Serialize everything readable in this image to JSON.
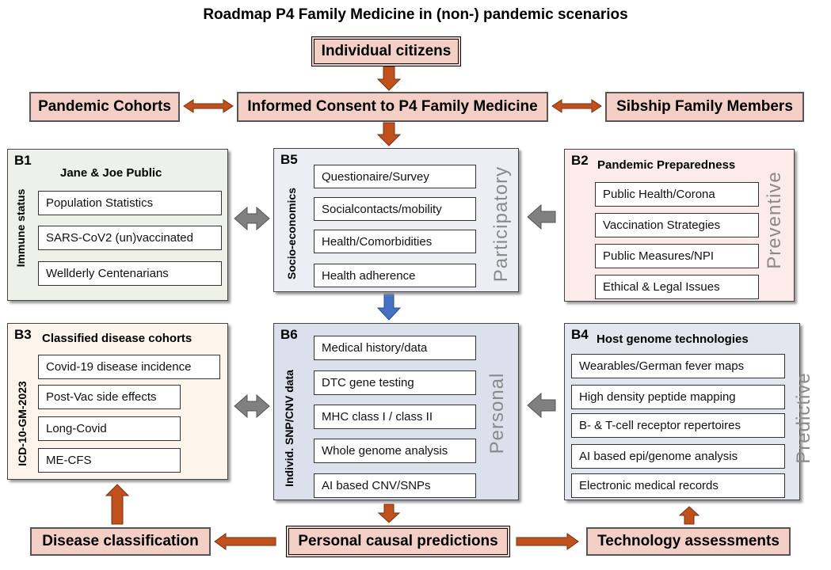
{
  "title": "Roadmap P4 Family Medicine in (non-) pandemic scenarios",
  "top": {
    "individual": "Individual citizens",
    "consent": "Informed Consent to P4 Family Medicine",
    "pandemic_cohorts": "Pandemic Cohorts",
    "sibship": "Sibship Family Members"
  },
  "b1": {
    "label": "B1",
    "heading": "Jane & Joe Public",
    "side": "Immune status",
    "items": [
      "Population  Statistics",
      "SARS-CoV2  (un)vaccinated",
      "Wellderly  Centenarians"
    ]
  },
  "b5": {
    "label": "B5",
    "side": "Socio-economics",
    "big": "Participatory",
    "items": [
      "Questionaire/Survey",
      "Socialcontacts/mobility",
      "Health/Comorbidities",
      "Health  adherence"
    ]
  },
  "b2": {
    "label": "B2",
    "heading": "Pandemic  Preparedness",
    "big": "Preventive",
    "items": [
      "Public Health/Corona",
      "Vaccination  Strategies",
      "Public Measures/NPI",
      "Ethical  &  Legal  Issues"
    ]
  },
  "b3": {
    "label": "B3",
    "heading": "Classified  disease  cohorts",
    "side": "ICD-10-GM-2023",
    "items": [
      "Covid-19  disease  incidence",
      "Post-Vac  side  effects",
      "Long-Covid",
      "ME-CFS"
    ]
  },
  "b6": {
    "label": "B6",
    "side": "Individ.  SNP/CNV data",
    "big": "Personal",
    "items": [
      "Medical history/data",
      "DTC  gene  testing",
      "MHC  class  I / class  II",
      "Whole genome  analysis",
      "AI based  CNV/SNPs"
    ]
  },
  "b4": {
    "label": "B4",
    "heading": "Host genome  technologies",
    "big": "Predictive",
    "items": [
      "Wearables/German  fever maps",
      "High  density  peptide  mapping",
      "B- & T-cell  receptor  repertoires",
      "AI based  epi/genome  analysis",
      "Electronic  medical  records"
    ]
  },
  "bottom": {
    "disease": "Disease classification",
    "personal": "Personal causal predictions",
    "tech": "Technology assessments"
  },
  "colors": {
    "orange_arrow": "#c0501c",
    "grey_arrow": "#7f7f7f",
    "blue_arrow": "#4472c4",
    "pink_box": "#f4cfc6"
  }
}
